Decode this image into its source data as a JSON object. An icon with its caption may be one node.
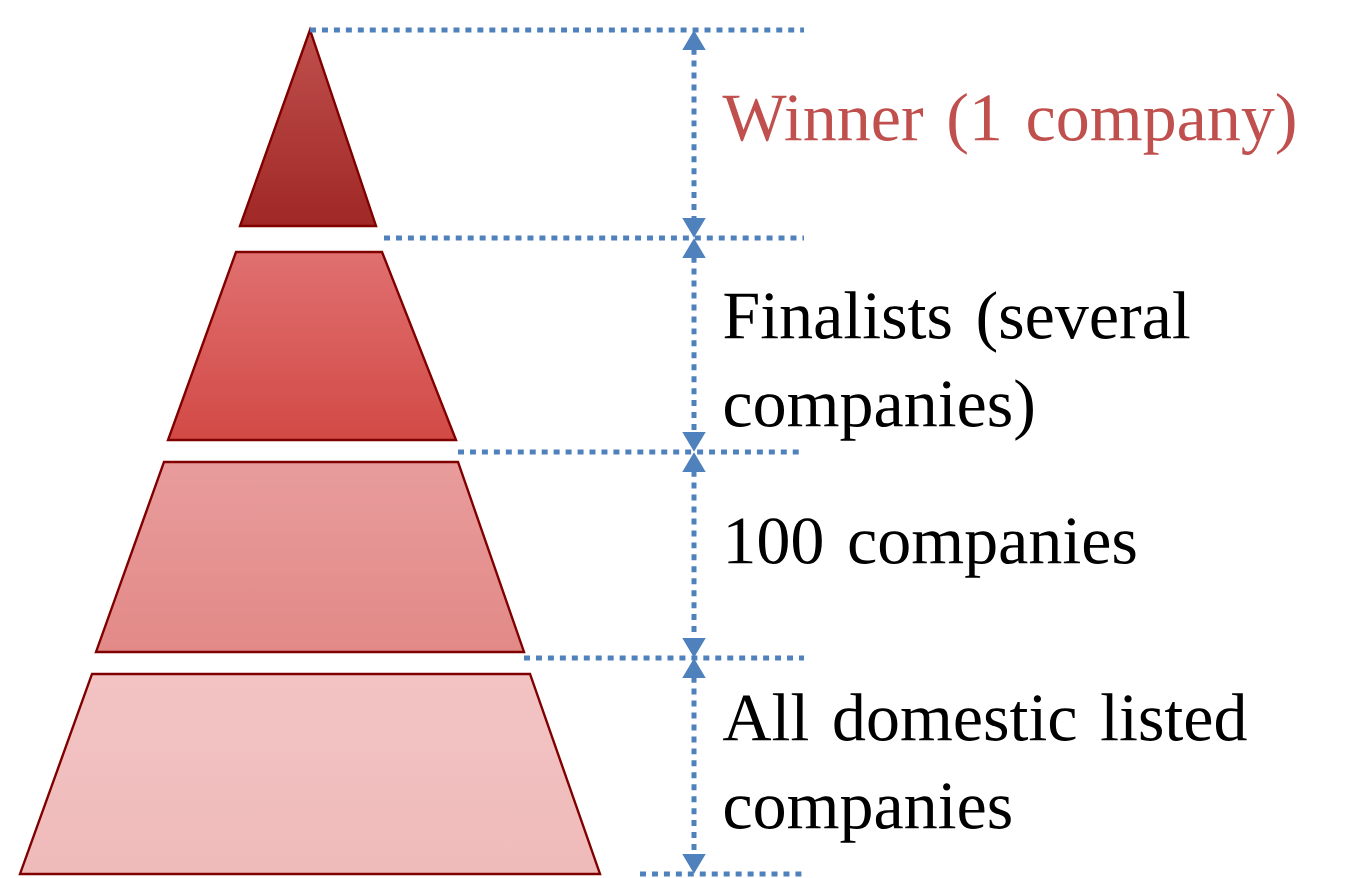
{
  "diagram": {
    "labels": [
      "Winner (1 company)",
      "Finalists (several companies)",
      "100 companies",
      "All domestic listed companies"
    ]
  }
}
